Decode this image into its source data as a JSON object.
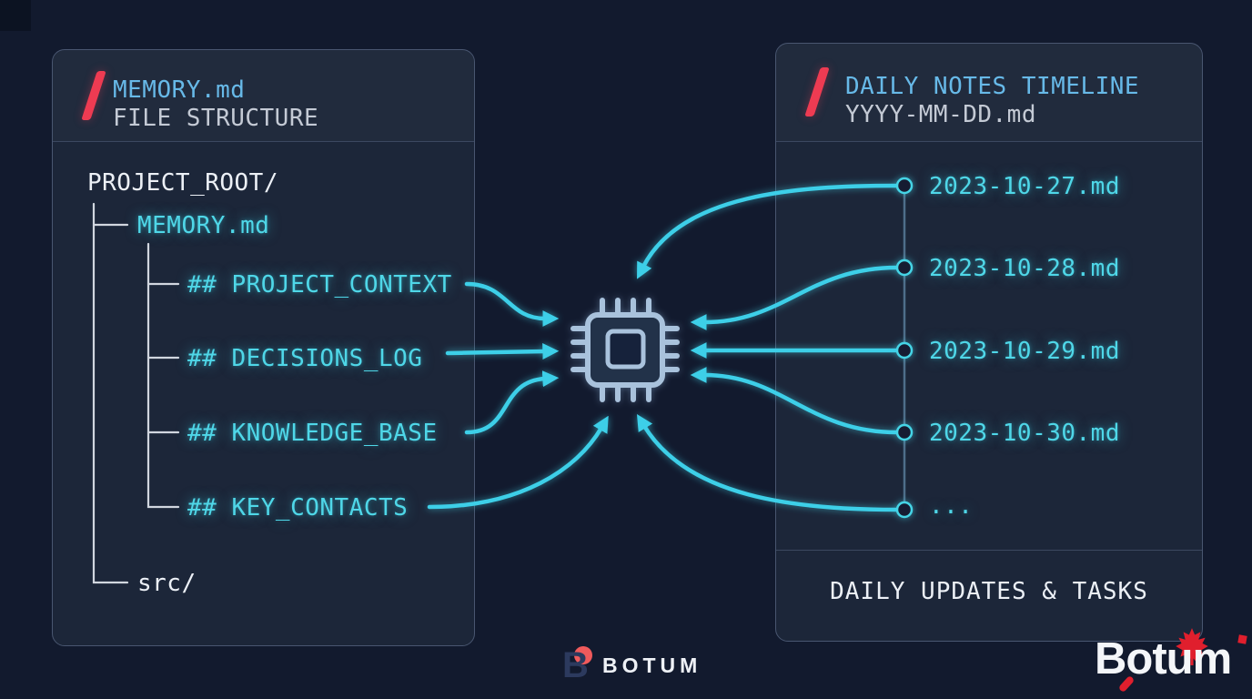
{
  "left_panel": {
    "title_primary": "MEMORY.md",
    "title_secondary": "FILE STRUCTURE",
    "tree": {
      "root": "PROJECT_ROOT/",
      "memory_file": "MEMORY.md",
      "sections": [
        {
          "label": "## PROJECT_CONTEXT"
        },
        {
          "label": "## DECISIONS_LOG"
        },
        {
          "label": "## KNOWLEDGE_BASE"
        },
        {
          "label": "## KEY_CONTACTS"
        }
      ],
      "src_folder": "src/"
    }
  },
  "right_panel": {
    "title_primary": "DAILY NOTES TIMELINE",
    "title_secondary": "YYYY-MM-DD.md",
    "timeline": [
      {
        "label": "2023-10-27.md"
      },
      {
        "label": "2023-10-28.md"
      },
      {
        "label": "2023-10-29.md"
      },
      {
        "label": "2023-10-30.md"
      },
      {
        "label": "..."
      }
    ],
    "footer": "DAILY UPDATES & TASKS"
  },
  "center": {
    "icon": "cpu-chip-icon"
  },
  "branding": {
    "footer_logo_text": "BOTUM",
    "footer_logo_initial": "B",
    "watermark_text": "Botum",
    "watermark_icon": "maple-leaf-icon"
  },
  "colors": {
    "background": "#121a2e",
    "panel": "#1c2639",
    "panel_border": "#495670",
    "accent_blue": "#67b9e8",
    "accent_cyan": "#4fd7e8",
    "accent_red": "#ee3b52",
    "text_white": "#ecf0f6",
    "text_gray": "#c4cad5",
    "chip_outline": "#a9c2dc"
  }
}
